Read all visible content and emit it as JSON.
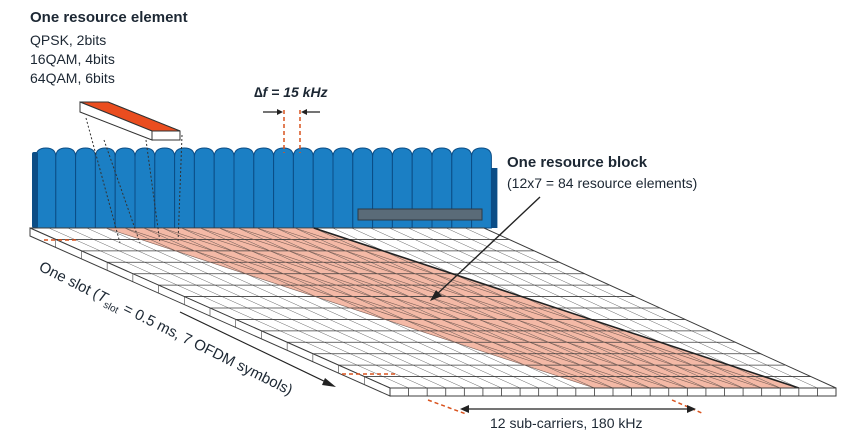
{
  "resource_element": {
    "title": "One resource element",
    "lines": [
      "QPSK, 2bits",
      "16QAM, 4bits",
      "64QAM, 6bits"
    ]
  },
  "spacing": {
    "symbol": "∆",
    "var": "f",
    "value": " = 15 kHz"
  },
  "resource_block": {
    "title": "One resource block",
    "subtitle": "(12x7 = 84 resource elements)"
  },
  "slot": {
    "prefix": "One slot (",
    "t": "T",
    "sub": "slot",
    "suffix": "  = 0.5 ms, 7 OFDM symbols)"
  },
  "subcarriers_label": "12 sub-carriers, 180 kHz",
  "colors": {
    "subcarrier_fill": "#1b7fc4",
    "subcarrier_dark": "#0b4d86",
    "resource_block_fill": "#f4b9a6",
    "resource_element_fill": "#ea4d1f",
    "grid_line": "#3c3c3c",
    "dashed_marker": "#d9531e",
    "text": "#1c2733"
  }
}
